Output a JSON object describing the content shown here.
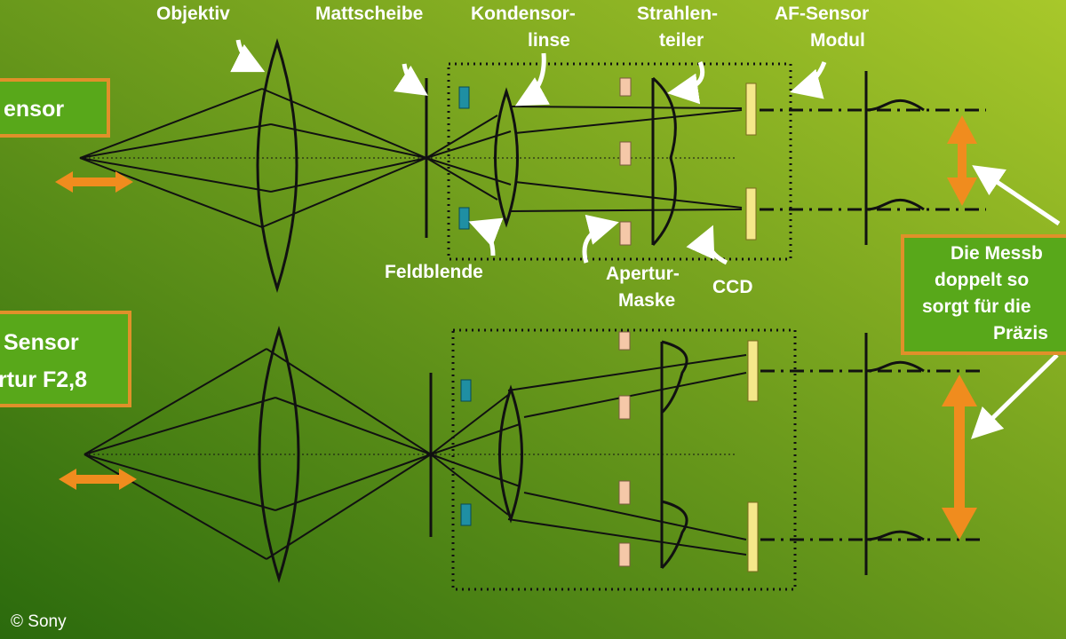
{
  "labels": {
    "objektiv": "Objektiv",
    "mattscheibe": "Mattscheibe",
    "kondensor_line1": "Kondensor-",
    "kondensor_line2": "linse",
    "strahlen_line1": "Strahlen-",
    "strahlen_line2": "teiler",
    "af_line1": "AF-Sensor",
    "af_line2": "Modul",
    "feldblende": "Feldblende",
    "apertur_line1": "Apertur-",
    "apertur_line2": "Maske",
    "ccd": "CCD"
  },
  "boxes": {
    "top_sensor": "ensor",
    "bottom_line1": "Sensor",
    "bottom_line2": "rtur F2,8",
    "right_line1": "Die Messb",
    "right_line2": "doppelt so",
    "right_line3": "sorgt für die",
    "right_line4": "Präzis"
  },
  "copyright": "© Sony",
  "colors": {
    "background_dark": "#2b6a0d",
    "background_light": "#a8c82a",
    "box_fill": "#58a81a",
    "box_border": "#e0902a",
    "arrow_orange": "#f08c1e",
    "field_stop": "#1f8fa3",
    "aperture_mask": "#f5c8a8",
    "ccd": "#f5e88a",
    "lines": "#111111",
    "text": "#ffffff"
  }
}
